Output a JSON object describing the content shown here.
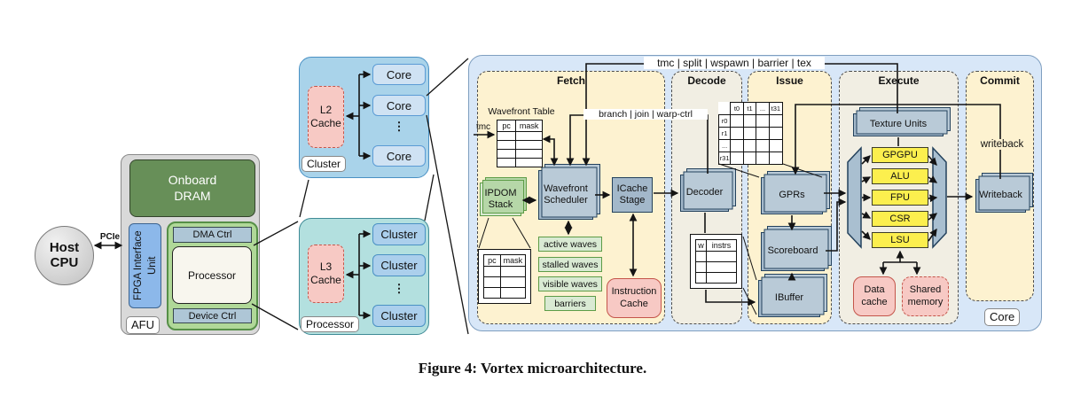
{
  "caption": "Figure 4: Vortex microarchitecture.",
  "host": {
    "label": "Host CPU",
    "bus": "PCIe"
  },
  "afu": {
    "label": "AFU",
    "dram": "Onboard DRAM",
    "fpga": "FPGA Interface Unit",
    "dma": "DMA Ctrl",
    "processor": "Processor",
    "device": "Device Ctrl"
  },
  "cluster_panel": {
    "label": "Cluster",
    "cache": "L2 Cache",
    "cores": [
      "Core",
      "Core",
      "Core"
    ],
    "ellipsis": "⋮"
  },
  "processor_panel": {
    "label": "Processor",
    "cache": "L3 Cache",
    "clusters": [
      "Cluster",
      "Cluster",
      "Cluster"
    ],
    "ellipsis": "⋮"
  },
  "core": {
    "label": "Core",
    "signals": {
      "warp_ctl": "tmc | split | wspawn | barrier | tex",
      "branch": "branch | join | warp-ctrl",
      "writeback": "writeback",
      "tmc_in": "tmc"
    },
    "stages": {
      "fetch": "Fetch",
      "decode": "Decode",
      "issue": "Issue",
      "execute": "Execute",
      "commit": "Commit"
    },
    "fetch": {
      "wavefront_table_title": "Wavefront Table",
      "wavefront_table_headers": [
        "pc",
        "mask"
      ],
      "ipdom": "IPDOM Stack",
      "ipdom_table_headers": [
        "pc",
        "mask"
      ],
      "scheduler": "Wavefront Scheduler",
      "icache_stage": "ICache Stage",
      "wave_lists": [
        "active waves",
        "stalled waves",
        "visible waves",
        "barriers"
      ],
      "instruction_cache": "Instruction Cache"
    },
    "decode": {
      "decoder": "Decoder",
      "ibuffer_table_headers": [
        "w",
        "instrs"
      ]
    },
    "issue": {
      "gprs": "GPRs",
      "scoreboard": "Scoreboard",
      "ibuffer": "IBuffer",
      "reg_table": {
        "cols": [
          "t0",
          "t1",
          "...",
          "t31"
        ],
        "rows": [
          "r0",
          "r1",
          "...",
          "r31"
        ]
      }
    },
    "execute": {
      "texture_units": "Texture Units",
      "units": [
        "GPGPU",
        "ALU",
        "FPU",
        "CSR",
        "LSU"
      ],
      "data_cache": "Data cache",
      "shared_memory": "Shared memory"
    },
    "commit": {
      "writeback": "Writeback"
    }
  },
  "colors": {
    "afu_gray": "#d9d9d9",
    "dram_green": "#678f58",
    "fpga_blue": "#8cb8ea",
    "wrapper_green": "#b0d898",
    "ctrl_blue": "#aec6d6",
    "cream": "#f8f6ee",
    "cluster_bg": "#a9d3ea",
    "item_blue": "#cfe2f3",
    "item_blue2": "#abcfec",
    "processor_bg": "#b3e0df",
    "core_bg": "#d8e7f8",
    "stage_cream": "#fdf2d0",
    "stage_gray": "#f1eee3",
    "slate": "#a3b8ca",
    "slate_back": "#b9cad7",
    "slate_border": "#23415c",
    "yellow": "#fcef4e",
    "green": "#d9ead3",
    "green_back": "#b6d7a8",
    "green_border": "#5d9c47",
    "pink": "#f7c9c4",
    "pink_border": "#c4554a"
  }
}
